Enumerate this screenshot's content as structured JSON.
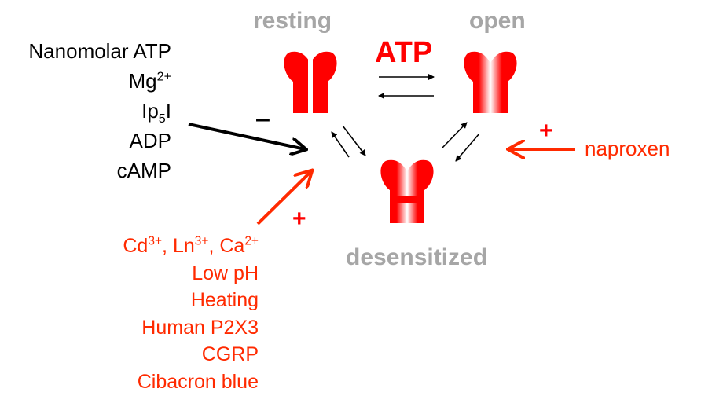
{
  "states": {
    "resting": "resting",
    "open": "open",
    "desensitized": "desensitized"
  },
  "agonist": "ATP",
  "inhibitors": {
    "sign": "–",
    "items": [
      {
        "base": "Nanomolar ATP"
      },
      {
        "base": "Mg",
        "sup": "2+"
      },
      {
        "base": "Ip",
        "sub": "5",
        "after": "I"
      },
      {
        "base": "ADP"
      },
      {
        "base": "cAMP"
      }
    ]
  },
  "enhancers": {
    "sign": "+",
    "ions": [
      {
        "base": "Cd",
        "sup": "3+",
        "after": ", "
      },
      {
        "base": "Ln",
        "sup": "3+",
        "after": ", "
      },
      {
        "base": "Ca",
        "sup": "2+"
      }
    ],
    "items": [
      "Low pH",
      "Heating",
      "Human P2X3",
      "CGRP",
      "Cibacron blue"
    ]
  },
  "naproxen": {
    "sign": "+",
    "label": "naproxen"
  },
  "colors": {
    "channel": "#ff0000",
    "enhancer": "#ff2a00",
    "state_label": "#a6a6a6",
    "inhibitor": "#000000"
  }
}
